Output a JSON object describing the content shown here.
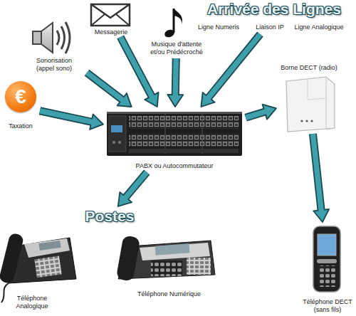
{
  "diagram": {
    "nodes": [
      {
        "text": [
          "€",
          "Taxation"
        ]
      },
      {
        "text": [
          "Sonorisation (appel sono)"
        ]
      },
      {
        "text": [
          "Messagerie"
        ]
      },
      {
        "text": [
          "Musique d'attente et/ou Prédécroché"
        ]
      },
      {
        "text": [
          "Arrivée des Lignes",
          "Ligne Numeris",
          "Liaison IP",
          "Ligne Analogique"
        ]
      },
      {
        "text": [
          "PABX ou Autocommutateur"
        ]
      },
      {
        "text": [
          "Borne DECT (radio)"
        ]
      },
      {
        "text": [
          "Postes"
        ]
      },
      {
        "text": [
          "Téléphone Analogique"
        ]
      },
      {
        "text": [
          "Téléphone Numérique"
        ]
      },
      {
        "text": [
          "Téléphone DECT (sans fils)"
        ]
      }
    ],
    "edges": [
      {
        "from": 0,
        "to": 5,
        "arrow": "to"
      },
      {
        "from": 1,
        "to": 5,
        "arrow": "to"
      },
      {
        "from": 2,
        "to": 5,
        "arrow": "to"
      },
      {
        "from": 3,
        "to": 5,
        "arrow": "to"
      },
      {
        "from": 4,
        "to": 5,
        "arrow": "to"
      },
      {
        "from": 5,
        "to": 6,
        "arrow": "to"
      },
      {
        "from": 5,
        "to": 7,
        "arrow": "to"
      },
      {
        "from": 6,
        "to": 10,
        "arrow": "to"
      }
    ]
  }
}
